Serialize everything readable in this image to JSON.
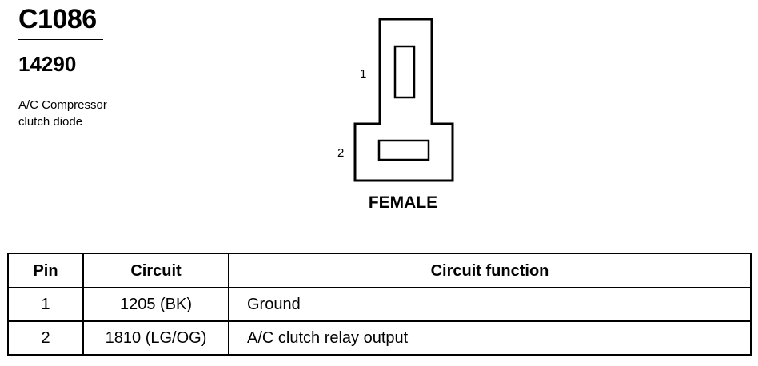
{
  "header": {
    "connector_id": "C1086",
    "part_number": "14290",
    "description_lines": [
      "A/C Compressor",
      "clutch diode"
    ]
  },
  "connector": {
    "pin_labels": [
      "1",
      "2"
    ],
    "view_label": "FEMALE"
  },
  "table": {
    "headers": [
      "Pin",
      "Circuit",
      "Circuit function"
    ],
    "rows": [
      {
        "pin": "1",
        "circuit": "1205 (BK)",
        "function": "Ground"
      },
      {
        "pin": "2",
        "circuit": "1810 (LG/OG)",
        "function": "A/C clutch relay output"
      }
    ]
  }
}
